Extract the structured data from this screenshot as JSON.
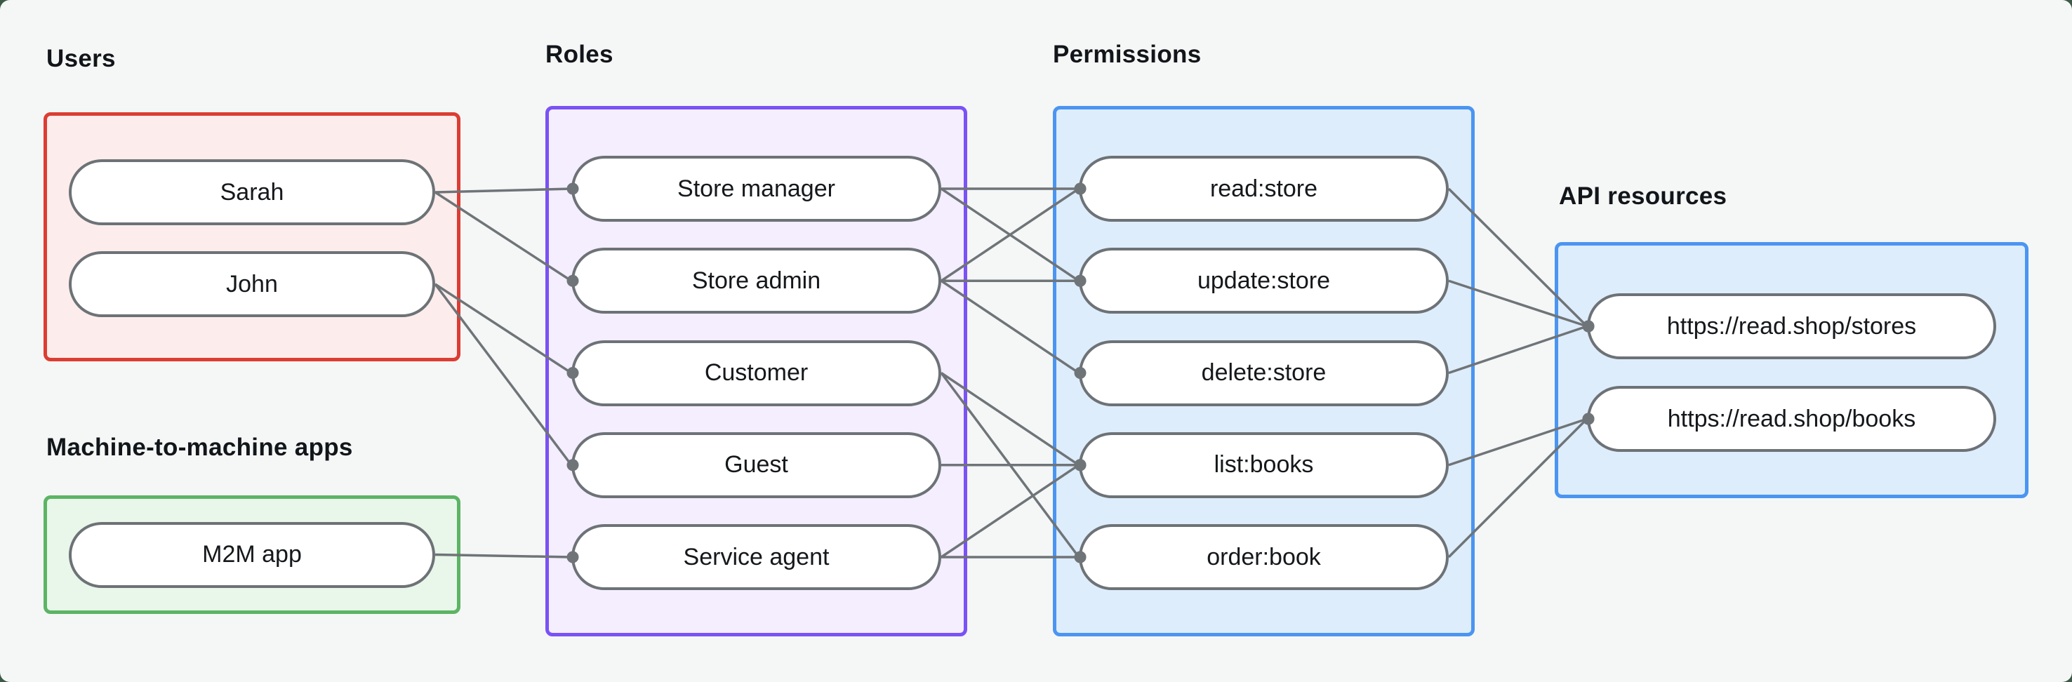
{
  "diagram": {
    "background_color": "#f5f7f6",
    "backdrop_color": "#3d5948",
    "edge_color": "#6f7478",
    "node_border_color": "#6d7276",
    "groups": [
      {
        "id": "users",
        "label": "Users",
        "border_color": "#dc3d33",
        "fill_color": "#fcedec",
        "nodes": [
          {
            "id": "sarah",
            "label": "Sarah"
          },
          {
            "id": "john",
            "label": "John"
          }
        ]
      },
      {
        "id": "m2m",
        "label": "Machine-to-machine apps",
        "border_color": "#5cb464",
        "fill_color": "#e9f6ea",
        "nodes": [
          {
            "id": "m2m-app",
            "label": "M2M app"
          }
        ]
      },
      {
        "id": "roles",
        "label": "Roles",
        "border_color": "#7a52f5",
        "fill_color": "#f4eefe",
        "nodes": [
          {
            "id": "store-manager",
            "label": "Store manager"
          },
          {
            "id": "store-admin",
            "label": "Store admin"
          },
          {
            "id": "customer",
            "label": "Customer"
          },
          {
            "id": "guest",
            "label": "Guest"
          },
          {
            "id": "service-agent",
            "label": "Service agent"
          }
        ]
      },
      {
        "id": "permissions",
        "label": "Permissions",
        "border_color": "#4b95f2",
        "fill_color": "#deedfb",
        "nodes": [
          {
            "id": "read-store",
            "label": "read:store"
          },
          {
            "id": "update-store",
            "label": "update:store"
          },
          {
            "id": "delete-store",
            "label": "delete:store"
          },
          {
            "id": "list-books",
            "label": "list:books"
          },
          {
            "id": "order-book",
            "label": "order:book"
          }
        ]
      },
      {
        "id": "api-resources",
        "label": "API resources",
        "border_color": "#4b95f2",
        "fill_color": "#deedfb",
        "nodes": [
          {
            "id": "api-stores",
            "label": "https://read.shop/stores"
          },
          {
            "id": "api-books",
            "label": "https://read.shop/books"
          }
        ]
      }
    ],
    "edges": [
      [
        "sarah",
        "store-manager"
      ],
      [
        "sarah",
        "store-admin"
      ],
      [
        "john",
        "customer"
      ],
      [
        "john",
        "guest"
      ],
      [
        "m2m-app",
        "service-agent"
      ],
      [
        "store-manager",
        "read-store"
      ],
      [
        "store-manager",
        "update-store"
      ],
      [
        "store-admin",
        "read-store"
      ],
      [
        "store-admin",
        "update-store"
      ],
      [
        "store-admin",
        "delete-store"
      ],
      [
        "customer",
        "list-books"
      ],
      [
        "customer",
        "order-book"
      ],
      [
        "guest",
        "list-books"
      ],
      [
        "service-agent",
        "list-books"
      ],
      [
        "service-agent",
        "order-book"
      ],
      [
        "read-store",
        "api-stores"
      ],
      [
        "update-store",
        "api-stores"
      ],
      [
        "delete-store",
        "api-stores"
      ],
      [
        "list-books",
        "api-books"
      ],
      [
        "order-book",
        "api-books"
      ]
    ]
  }
}
